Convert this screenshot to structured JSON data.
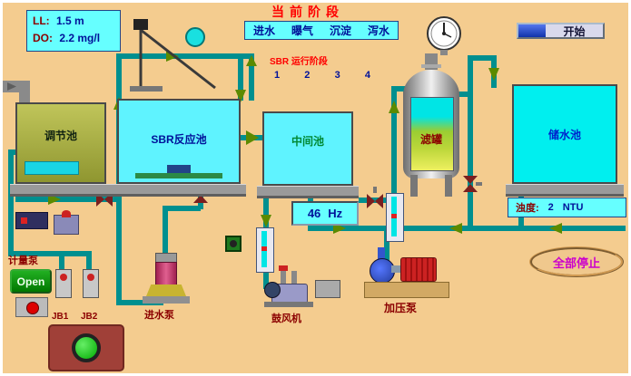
{
  "colors": {
    "background": "#F4CC8F",
    "pipe_teal": "#008F8F",
    "cyan_fill": "#66FFFF",
    "tank_cyan": "#5FF3FF",
    "storage_cyan": "#00EFEF",
    "regulation_olive": "#A8AE3E",
    "alert_red": "#FF0000",
    "navy_text": "#001199",
    "dark_red_text": "#8B0000",
    "stop_magenta": "#CC00CC",
    "open_green": "#00A000"
  },
  "info_panel": {
    "ll_label": "LL:",
    "ll_value": "1.5 m",
    "do_label": "DO:",
    "do_value": "2.2 mg/l"
  },
  "header": {
    "current_stage_title": "当前阶段",
    "stages": [
      "进水",
      "曝气",
      "沉淀",
      "泻水"
    ],
    "sbr_phase_label": "SBR 运行阶段",
    "sbr_phase_numbers": [
      "1",
      "2",
      "3",
      "4"
    ],
    "start_button": "开始"
  },
  "tanks": {
    "regulation": "调节池",
    "sbr": "SBR反应池",
    "intermediate": "中间池",
    "filter": "滤罐",
    "storage": "储水池"
  },
  "readouts": {
    "frequency_value": "46",
    "frequency_unit": "Hz",
    "turbidity_label": "浊度:",
    "turbidity_value": "2",
    "turbidity_unit": "NTU"
  },
  "equipment": {
    "metering_pump_label": "计量泵",
    "open_button": "Open",
    "jb1_label": "JB1",
    "jb2_label": "JB2",
    "intake_pump_label": "进水泵",
    "blower_label": "鼓风机",
    "booster_pump_label": "加压泵",
    "stop_all_button": "全部停止"
  }
}
